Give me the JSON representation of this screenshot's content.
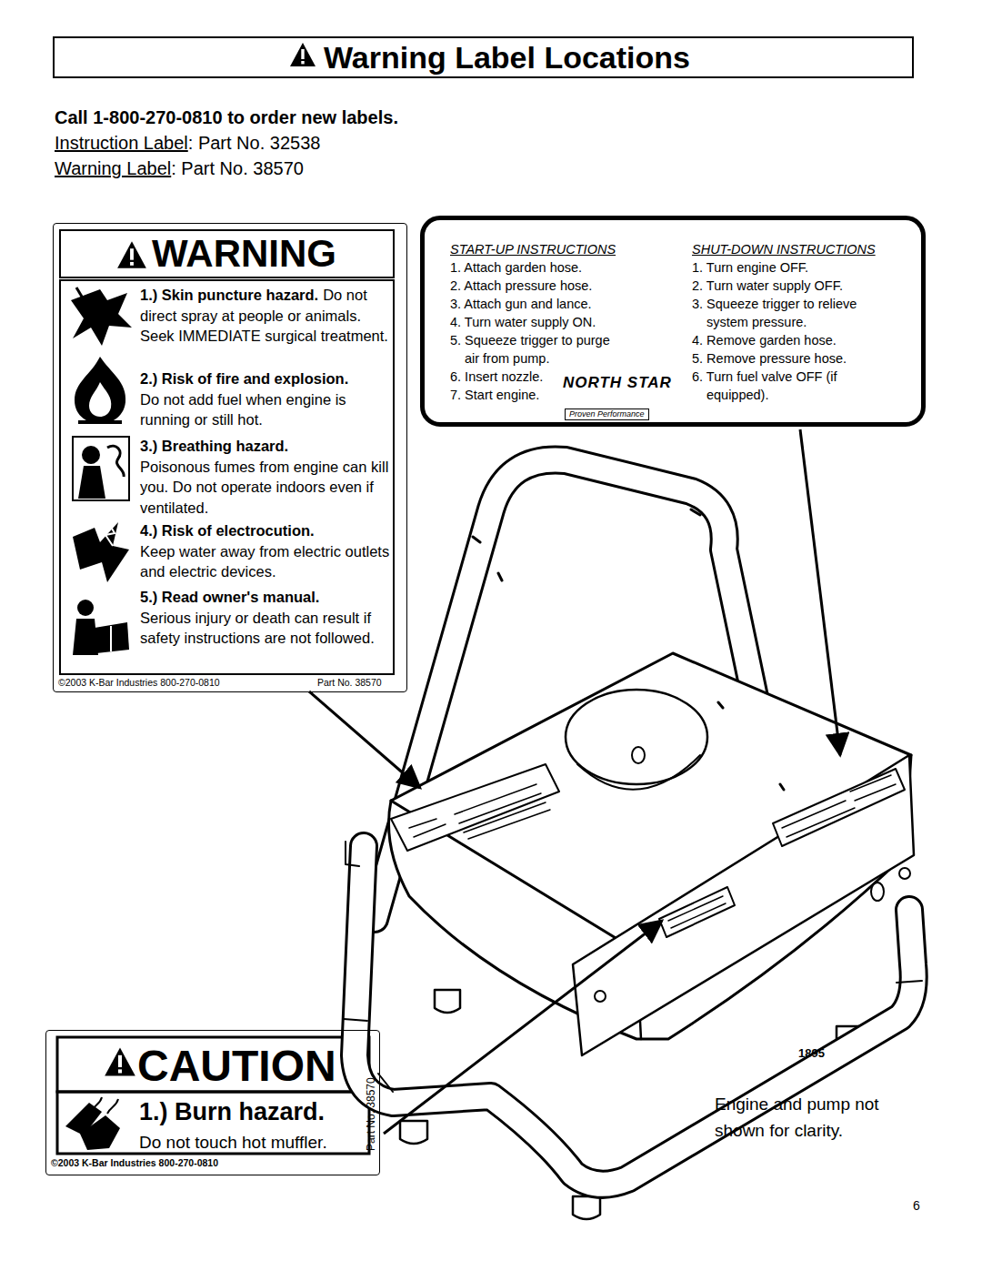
{
  "diagram": {
    "title": "Warning Label Locations",
    "nodes": [
      {
        "text": [
          "Warning Label Locations"
        ]
      },
      {
        "text": [
          "WARNING",
          "1.) Skin puncture hazard.",
          "Do not direct spray at people or animals. Seek IMMEDIATE surgical treatment.",
          "2.) Risk of fire and explosion.",
          "Do not add fuel when engine is running or still hot.",
          "3.) Breathing hazard.",
          "Poisonous fumes from engine can kill you. Do not operate indoors even if ventilated.",
          "4.) Risk of electrocution.",
          "Keep water away from electric outlets and electric devices.",
          "5.) Read owner's manual.",
          "Serious injury or death can result if safety instructions are not followed.",
          "©2003 K-Bar Industries 800-270-0810",
          "Part No. 38570"
        ]
      },
      {
        "text": [
          "START-UP INSTRUCTIONS",
          "1. Attach garden hose.",
          "2. Attach pressure hose.",
          "3. Attach gun and lance.",
          "4. Turn water supply ON.",
          "5. Squeeze trigger to purge air from pump.",
          "6. Insert nozzle.",
          "7. Start engine.",
          "SHUT-DOWN INSTRUCTIONS",
          "1. Turn engine OFF.",
          "2. Turn water supply OFF.",
          "3. Squeeze trigger to relieve system pressure.",
          "4. Remove garden hose.",
          "5. Remove pressure hose.",
          "6. Turn fuel valve OFF (if equipped).",
          "NORTH STAR",
          "Proven Performance"
        ]
      },
      {
        "text": [
          "CAUTION",
          "1.) Burn hazard.",
          "Do not touch hot muffler.",
          "©2003 K-Bar Industries 800-270-0810",
          "Part No. 38570"
        ]
      }
    ],
    "labels": [
      "Call 1-800-270-0810 to order new labels.",
      "Instruction Label",
      ": Part No. 32538",
      "Warning Label",
      ": Part No. 38570",
      "1895",
      "Engine and pump not shown for clarity.",
      "6"
    ]
  }
}
